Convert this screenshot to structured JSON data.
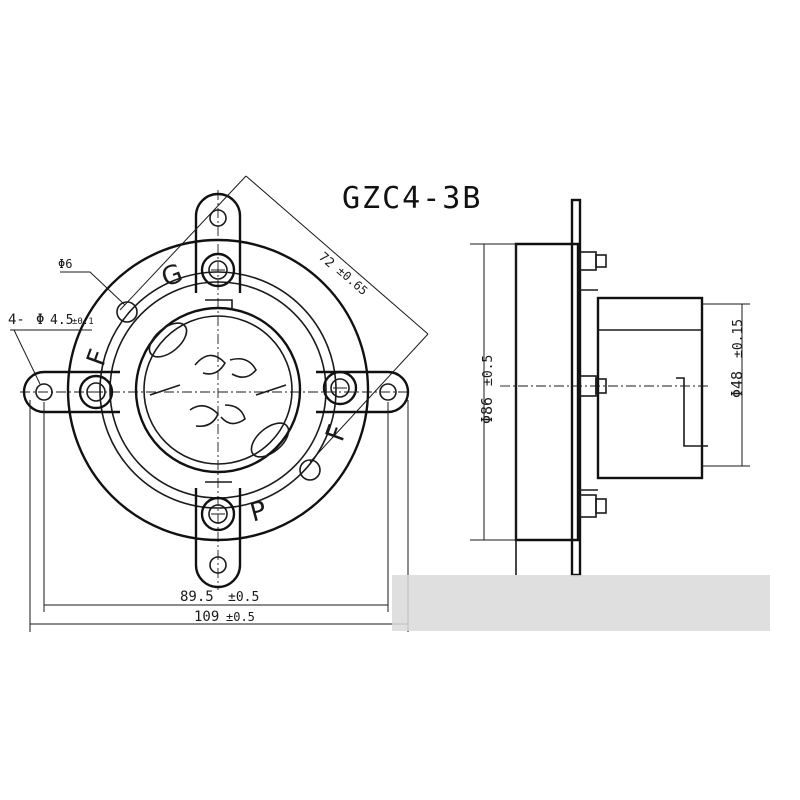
{
  "title": "GZC4-3B",
  "front_view": {
    "terminal_labels": {
      "top": "G",
      "left": "F",
      "right": "F",
      "bottom": "P"
    },
    "dim_center_hole": "Φ6",
    "dim_mount_holes": "4-",
    "dim_mount_holes_phi": "Φ",
    "dim_mount_holes_value": "4.5",
    "dim_mount_holes_tol": "±0.1",
    "dim_diagonal": "72",
    "dim_diagonal_tol": "±0.65",
    "dim_inner_width": "89.5",
    "dim_inner_width_tol": "±0.5",
    "dim_outer_width": "109",
    "dim_outer_width_tol": "±0.5"
  },
  "side_view": {
    "dim_body_dia": "Φ86",
    "dim_body_dia_tol": "±0.5",
    "dim_boss_dia": "Φ48",
    "dim_boss_dia_tol": "±0.15"
  }
}
